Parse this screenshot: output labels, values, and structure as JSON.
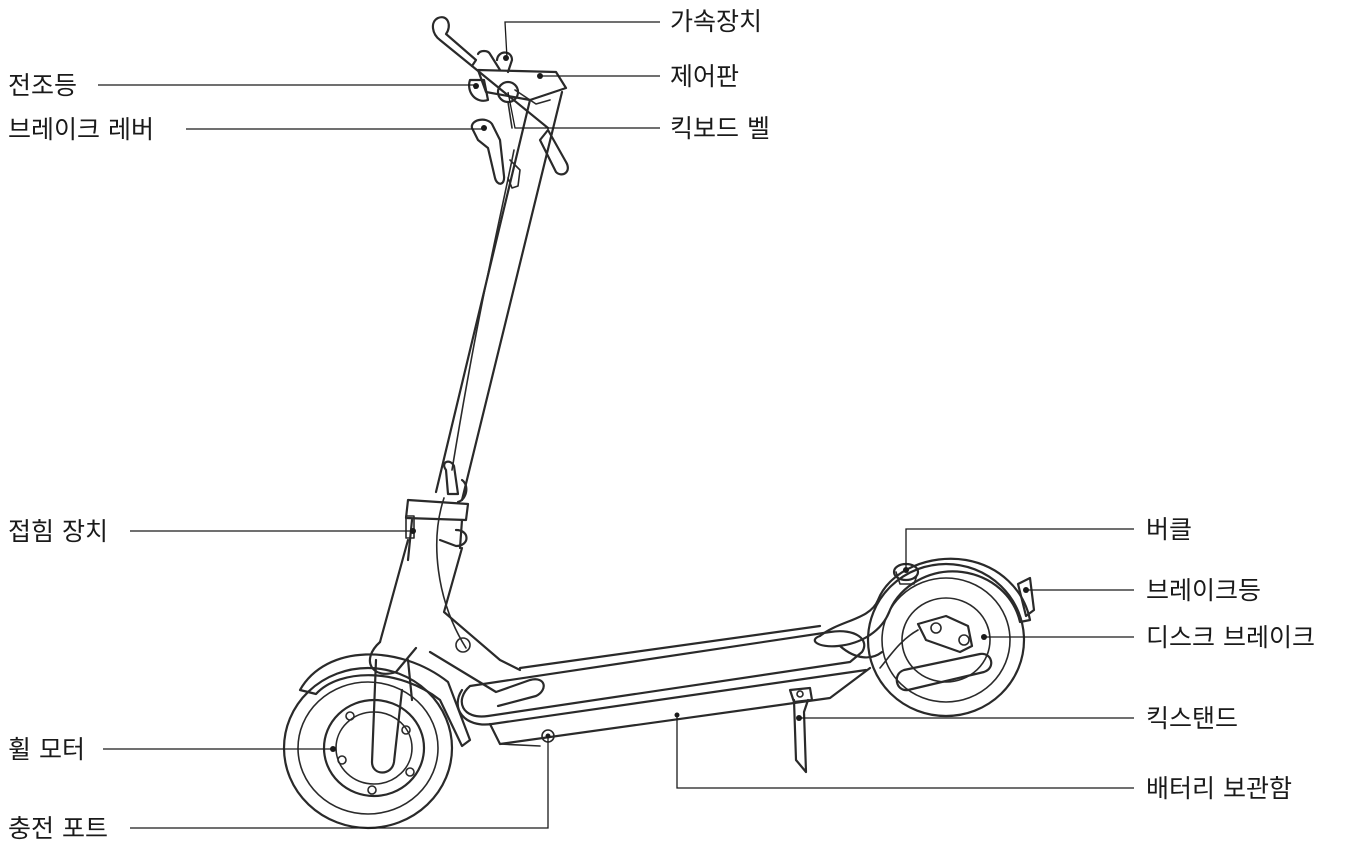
{
  "labels": {
    "throttle": "가속장치",
    "headlight": "전조등",
    "dashboard": "제어판",
    "brake_lever": "브레이크 레버",
    "bell": "킥보드 벨",
    "folding": "접힘 장치",
    "buckle": "버클",
    "brake_light": "브레이크등",
    "disc_brake": "디스크 브레이크",
    "kickstand": "킥스탠드",
    "battery": "배터리 보관함",
    "wheel_motor": "휠 모터",
    "charging_port": "충전 포트"
  }
}
